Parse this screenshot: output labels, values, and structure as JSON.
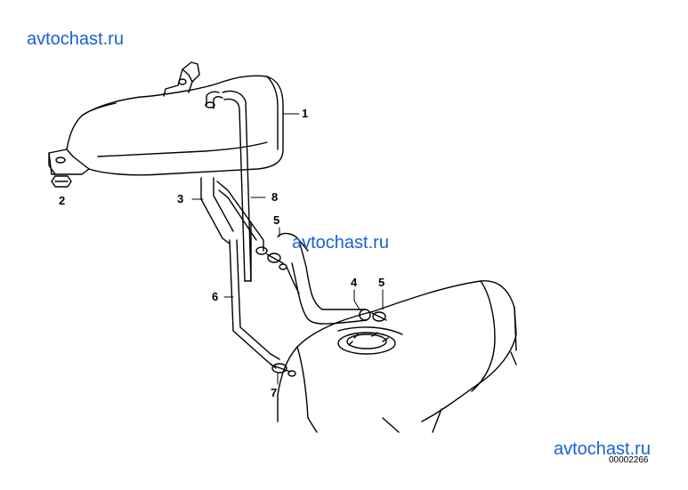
{
  "watermarks": {
    "top_left": "avtochast.ru",
    "center": "avtochast.ru",
    "bottom_right": "avtochast.ru"
  },
  "diagram_code": "00002266",
  "callouts": {
    "c1": "1",
    "c2": "2",
    "c3": "3",
    "c4": "4",
    "c5a": "5",
    "c5b": "5",
    "c6": "6",
    "c7": "7",
    "c8": "8"
  },
  "colors": {
    "line": "#000000",
    "watermark": "#1a5fd6"
  }
}
